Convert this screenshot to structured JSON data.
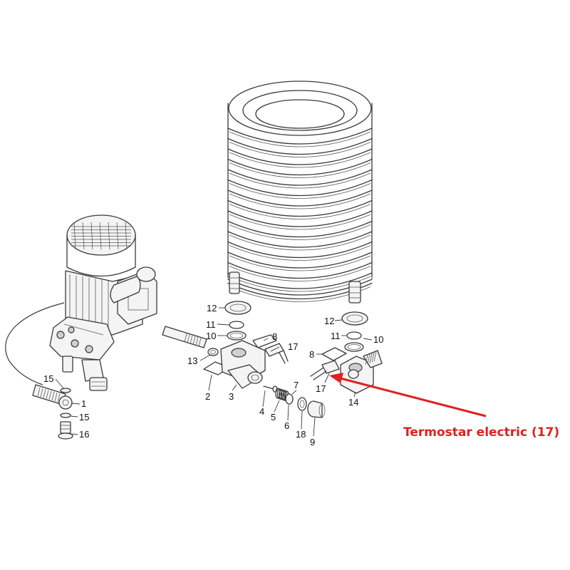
{
  "callouts": {
    "c1": "1",
    "c2": "2",
    "c3": "3",
    "c4": "4",
    "c5": "5",
    "c6": "6",
    "c7": "7",
    "c8_left": "8",
    "c8_right": "8",
    "c9": "9",
    "c10_left": "10",
    "c10_right": "10",
    "c11_left": "11",
    "c11_right": "11",
    "c12_left": "12",
    "c12_right": "12",
    "c13": "13",
    "c14": "14",
    "c15_top": "15",
    "c15_bottom": "15",
    "c16": "16",
    "c17_left": "17",
    "c17_right": "17",
    "c18": "18"
  },
  "annotation": {
    "text": "Termostar electric (17)",
    "color": "#e02020"
  },
  "colors": {
    "arrow": "#e02020",
    "line": "#3a3a3a"
  }
}
